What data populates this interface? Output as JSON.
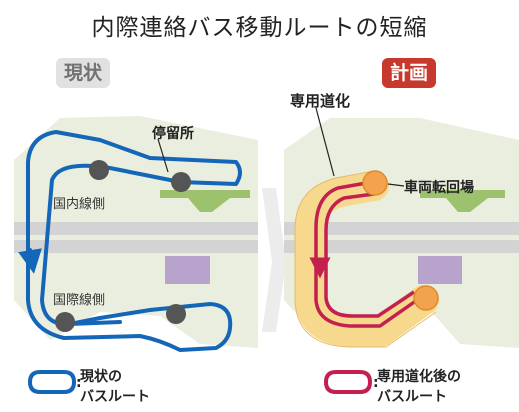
{
  "title": "内際連絡バス移動ルートの短縮",
  "badges": {
    "current": "現状",
    "plan": "計画"
  },
  "left_map": {
    "stop_label": "停留所",
    "domestic_label": "国内線側",
    "intl_label": "国際線側"
  },
  "right_map": {
    "dedicated_label": "専用道化",
    "turnaround_label": "車両転回場"
  },
  "legend": {
    "current_line1": "現状の",
    "current_line2": "バスルート",
    "plan_line1": "専用道化後の",
    "plan_line2": "バスルート",
    "colon": ":"
  },
  "colors": {
    "current_route": "#1466b8",
    "plan_route": "#c3204f",
    "dedicated_road": "#f6d98c",
    "turnaround": "#f3a34d",
    "land": "#e9eedf",
    "apron_green": "#9dc26e",
    "apron_purple": "#b8a3cc",
    "runway": "#d3d3d3",
    "stop": "#555555",
    "arrow": "#ececec"
  }
}
